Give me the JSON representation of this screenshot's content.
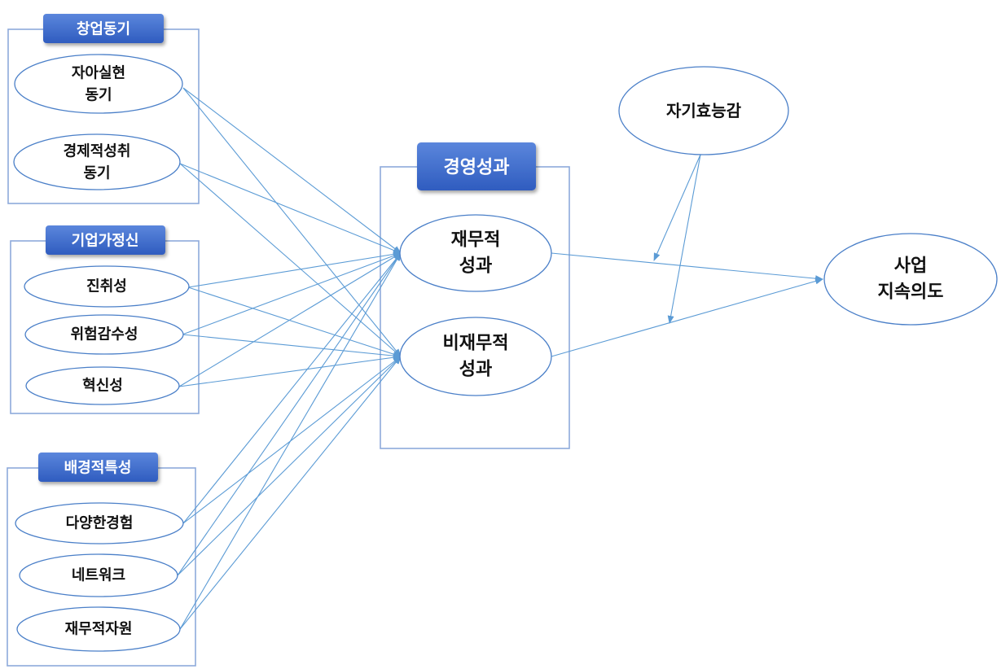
{
  "groups": {
    "motivation": {
      "title": "창업동기",
      "items": [
        {
          "line1": "자아실현",
          "line2": "동기"
        },
        {
          "line1": "경제적성취",
          "line2": "동기"
        }
      ]
    },
    "entrepreneurship": {
      "title": "기업가정신",
      "items": [
        "진취성",
        "위험감수성",
        "혁신성"
      ]
    },
    "background": {
      "title": "배경적특성",
      "items": [
        "다양한경험",
        "네트워크",
        "재무적자원"
      ]
    },
    "performance": {
      "title": "경영성과",
      "items": [
        {
          "line1": "재무적",
          "line2": "성과"
        },
        {
          "line1": "비재무적",
          "line2": "성과"
        }
      ]
    }
  },
  "moderator": "자기효능감",
  "outcome": {
    "line1": "사업",
    "line2": "지속의도"
  },
  "colors": {
    "edge": "#5b9bd5",
    "title_fill": "#3f6fce",
    "box_border": "#8eaadb",
    "ellipse_border": "#4a7fc8"
  }
}
